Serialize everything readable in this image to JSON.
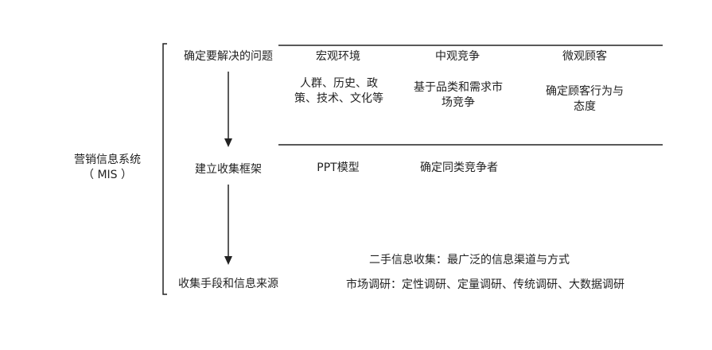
{
  "system": {
    "title": "营销信息系统",
    "abbr": "（ MIS ）"
  },
  "steps": {
    "define_problem": "确定要解决的问题",
    "build_framework": "建立收集框架",
    "collection_methods": "收集手段和信息来源"
  },
  "columns": {
    "macro": {
      "header": "宏观环境",
      "detail": "人群、历史、政策、技术、文化等",
      "model": "PPT模型"
    },
    "meso": {
      "header": "中观竞争",
      "detail": "基于品类和需求市场竞争",
      "model": "确定同类竞争者"
    },
    "micro": {
      "header": "微观顾客",
      "detail": "确定顾客行为与态度"
    }
  },
  "sources": {
    "secondary": "二手信息收集：最广泛的信息渠道与方式",
    "research": "市场调研：定性调研、定量调研、传统调研、大数据调研"
  }
}
